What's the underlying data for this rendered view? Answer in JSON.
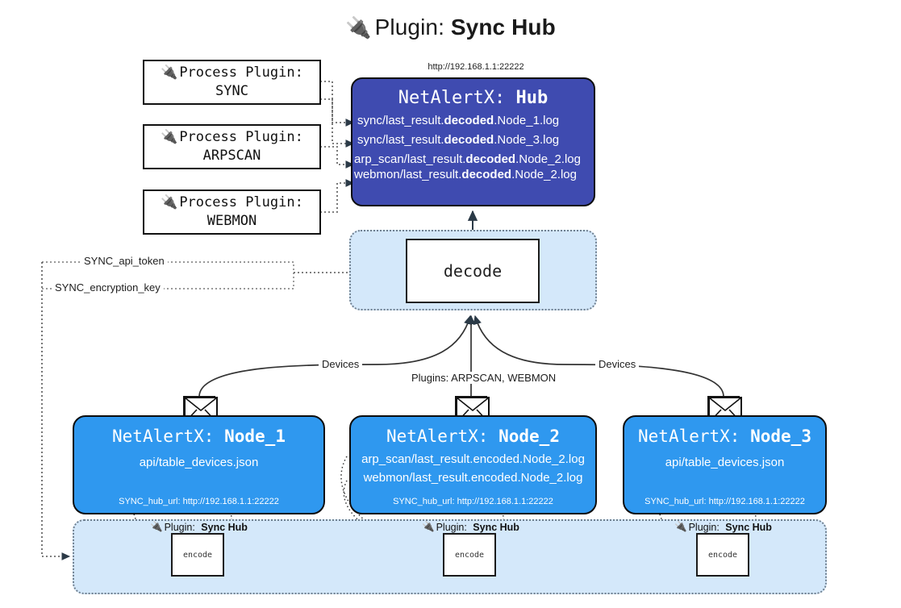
{
  "title": {
    "icon": "plug-icon",
    "prefix": "Plugin:",
    "name": "Sync Hub"
  },
  "hub": {
    "url": "http://192.168.1.1:22222",
    "title_prefix": "NetAlertX:",
    "title_name": "Hub",
    "lines": [
      {
        "pre": "sync/last_result.",
        "mid": "decoded",
        "post": ".Node_1.log"
      },
      {
        "pre": "sync/last_result.",
        "mid": "decoded",
        "post": ".Node_3.log"
      },
      {
        "pre": "arp_scan/last_result.",
        "mid": "decoded",
        "post": ".Node_2.log"
      },
      {
        "pre": "webmon/last_result.",
        "mid": "decoded",
        "post": ".Node_2.log"
      }
    ]
  },
  "process_plugins": [
    {
      "icon": "plug-icon",
      "line1": "Process Plugin:",
      "line2": "SYNC"
    },
    {
      "icon": "plug-icon",
      "line1": "Process Plugin:",
      "line2": "ARPSCAN"
    },
    {
      "icon": "plug-icon",
      "line1": "Process Plugin:",
      "line2": "WEBMON"
    }
  ],
  "decode": {
    "label": "decode"
  },
  "wire_labels": {
    "api_token": "SYNC_api_token",
    "encryption_key": "SYNC_encryption_key",
    "devices_left": "Devices",
    "devices_right": "Devices",
    "plugins_center": "Plugins: ARPSCAN, WEBMON"
  },
  "nodes": [
    {
      "title_prefix": "NetAlertX:",
      "title_name": "Node_1",
      "lines": [
        "api/table_devices.json"
      ],
      "footer": "SYNC_hub_url: http://192.168.1.1:22222"
    },
    {
      "title_prefix": "NetAlertX:",
      "title_name": "Node_2",
      "lines": [
        "arp_scan/last_result.encoded.Node_2.log",
        "webmon/last_result.encoded.Node_2.log"
      ],
      "footer": "SYNC_hub_url: http://192.168.1.1:22222"
    },
    {
      "title_prefix": "NetAlertX:",
      "title_name": "Node_3",
      "lines": [
        "api/table_devices.json"
      ],
      "footer": "SYNC_hub_url: http://192.168.1.1:22222"
    }
  ],
  "plugin_zone": {
    "captions": [
      {
        "icon": "plug-icon",
        "prefix": "Plugin:",
        "name": "Sync Hub"
      },
      {
        "icon": "plug-icon",
        "prefix": "Plugin:",
        "name": "Sync Hub"
      },
      {
        "icon": "plug-icon",
        "prefix": "Plugin:",
        "name": "Sync Hub"
      }
    ],
    "encode_label": "encode"
  },
  "colors": {
    "hub_fill": "#3f4bb0",
    "node_fill": "#2f98ef",
    "zone_fill": "#d4e8fa",
    "stroke": "#0d0d0d",
    "page_bg": "#ffffff"
  }
}
